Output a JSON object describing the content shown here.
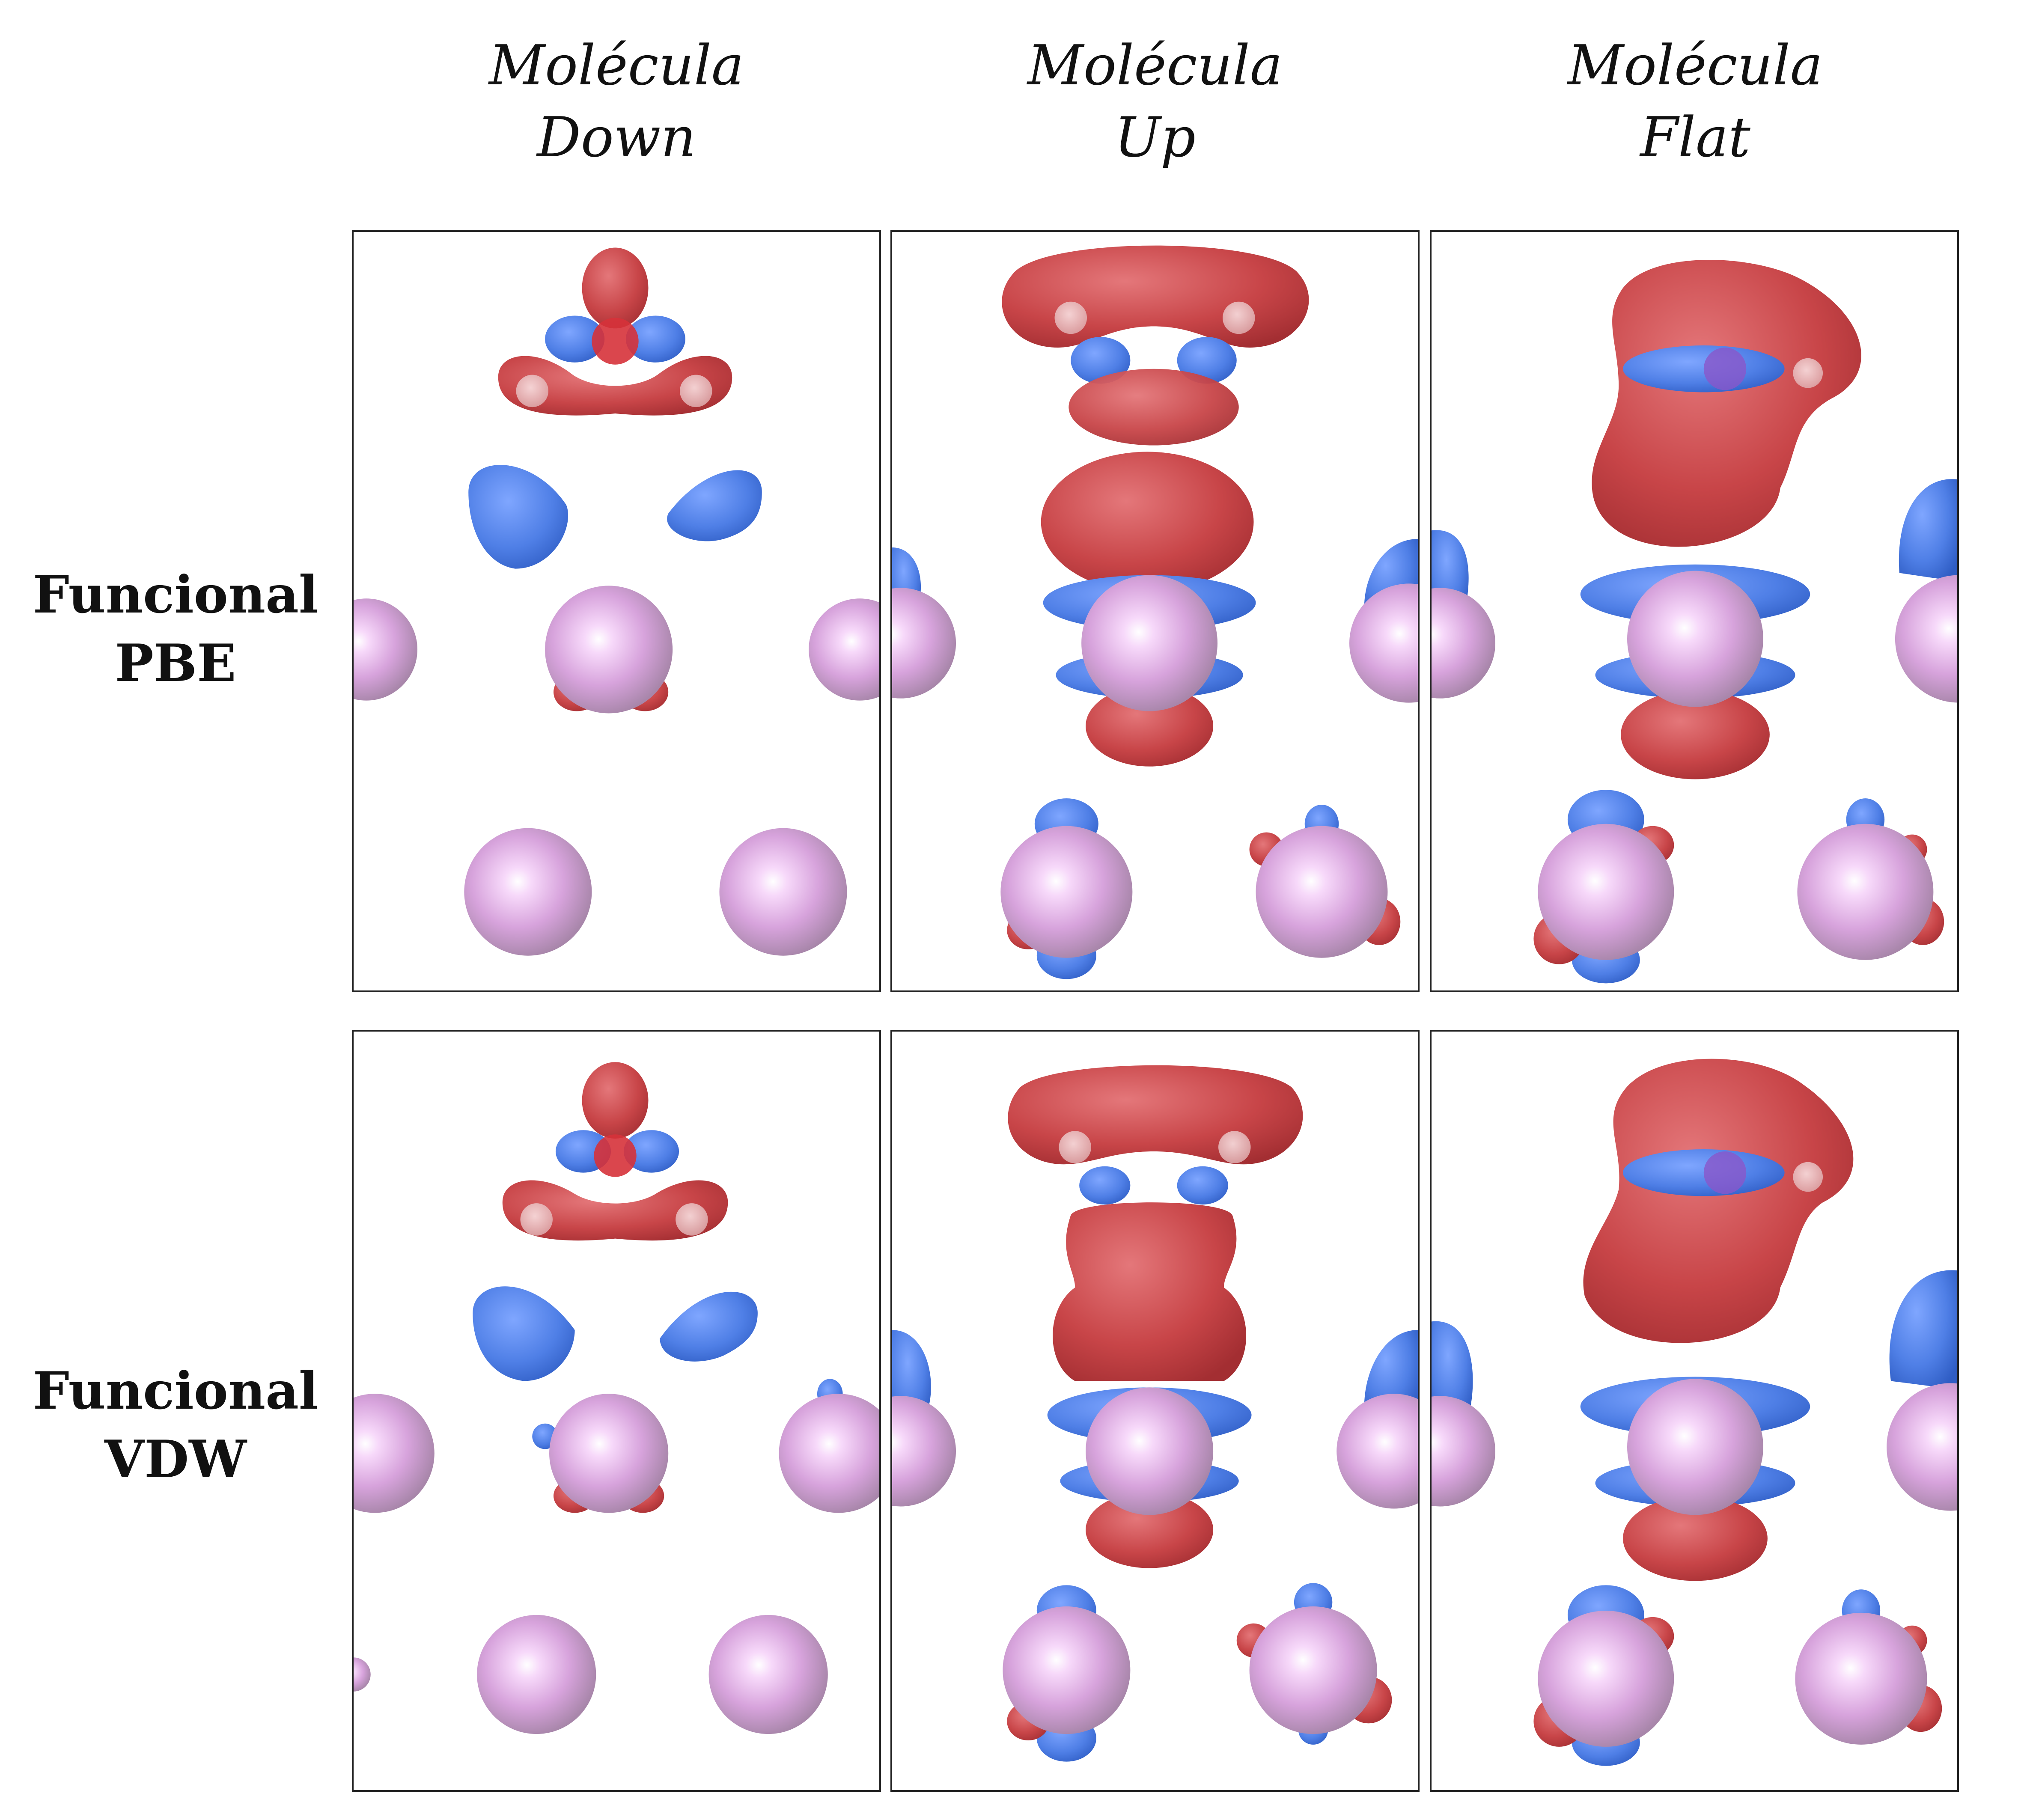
{
  "columns": [
    {
      "line1": "Molécula",
      "line2": "Down"
    },
    {
      "line1": "Molécula",
      "line2": "Up"
    },
    {
      "line1": "Molécula",
      "line2": "Flat"
    }
  ],
  "rows": [
    {
      "line1": "Funcional",
      "line2": "PBE"
    },
    {
      "line1": "Funcional",
      "line2": "VDW"
    }
  ],
  "colors": {
    "charge_accumulation": "#c84548",
    "charge_depletion": "#4f7fe6",
    "surface_atom": "#d8a6dc",
    "panel_border": "#222222"
  }
}
